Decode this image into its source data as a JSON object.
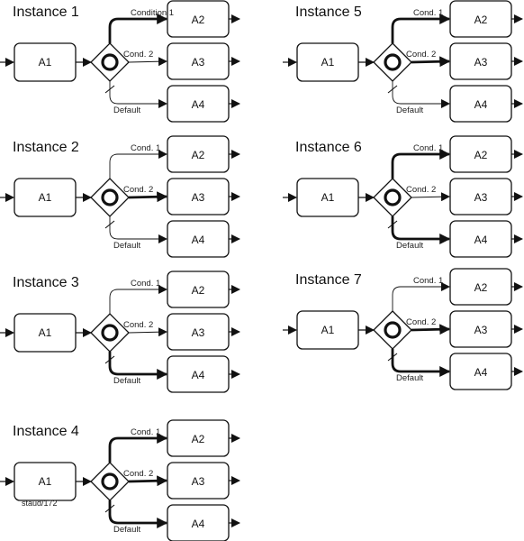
{
  "diagram": {
    "footnote": "staud/172",
    "instances": [
      {
        "title": "Instance 1",
        "source": "A1",
        "targets": [
          "A2",
          "A3",
          "A4"
        ],
        "edge_labels": [
          "Condition 1",
          "Cond. 2",
          "Default"
        ],
        "active": [
          true,
          false,
          false
        ]
      },
      {
        "title": "Instance 2",
        "source": "A1",
        "targets": [
          "A2",
          "A3",
          "A4"
        ],
        "edge_labels": [
          "Cond. 1",
          "Cond. 2",
          "Default"
        ],
        "active": [
          false,
          true,
          false
        ]
      },
      {
        "title": "Instance 3",
        "source": "A1",
        "targets": [
          "A2",
          "A3",
          "A4"
        ],
        "edge_labels": [
          "Cond. 1",
          "Cond. 2",
          "Default"
        ],
        "active": [
          false,
          false,
          true
        ]
      },
      {
        "title": "Instance 4",
        "source": "A1",
        "targets": [
          "A2",
          "A3",
          "A4"
        ],
        "edge_labels": [
          "Cond. 1",
          "Cond. 2",
          "Default"
        ],
        "active": [
          true,
          true,
          true
        ]
      },
      {
        "title": "Instance 5",
        "source": "A1",
        "targets": [
          "A2",
          "A3",
          "A4"
        ],
        "edge_labels": [
          "Cond. 1",
          "Cond. 2",
          "Default"
        ],
        "active": [
          true,
          true,
          false
        ]
      },
      {
        "title": "Instance 6",
        "source": "A1",
        "targets": [
          "A2",
          "A3",
          "A4"
        ],
        "edge_labels": [
          "Cond. 1",
          "Cond. 2",
          "Default"
        ],
        "active": [
          true,
          false,
          true
        ]
      },
      {
        "title": "Instance 7",
        "source": "A1",
        "targets": [
          "A2",
          "A3",
          "A4"
        ],
        "edge_labels": [
          "Cond. 1",
          "Cond. 2",
          "Default"
        ],
        "active": [
          false,
          true,
          true
        ]
      }
    ]
  }
}
